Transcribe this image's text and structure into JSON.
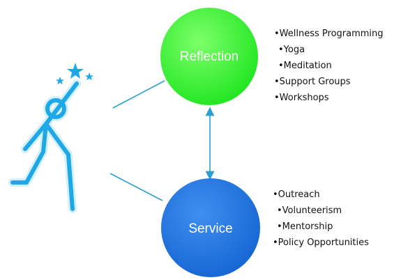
{
  "colors": {
    "reflection": "#1fe51f",
    "reflection_light": "#7dff6a",
    "service": "#1566d3",
    "service_light": "#3f8ef0",
    "connector": "#2a9fd0",
    "figure": "#1ea8e6",
    "figure_glow": "#bfe9fb"
  },
  "icons": {
    "person": "person-cheering-icon",
    "stars": "star-icon"
  },
  "nodes": {
    "reflection": {
      "label": "Reflection"
    },
    "service": {
      "label": "Service"
    }
  },
  "reflection_list": [
    {
      "text": "Wellness Programming",
      "level": 0
    },
    {
      "text": "Yoga",
      "level": 1
    },
    {
      "text": "Meditation",
      "level": 1
    },
    {
      "text": "Support Groups",
      "level": 0
    },
    {
      "text": "Workshops",
      "level": 0
    }
  ],
  "service_list": [
    {
      "text": "Outreach",
      "level": 0
    },
    {
      "text": "Volunteerism",
      "level": 1
    },
    {
      "text": "Mentorship",
      "level": 1
    },
    {
      "text": "Policy Opportunities",
      "level": 0
    }
  ]
}
